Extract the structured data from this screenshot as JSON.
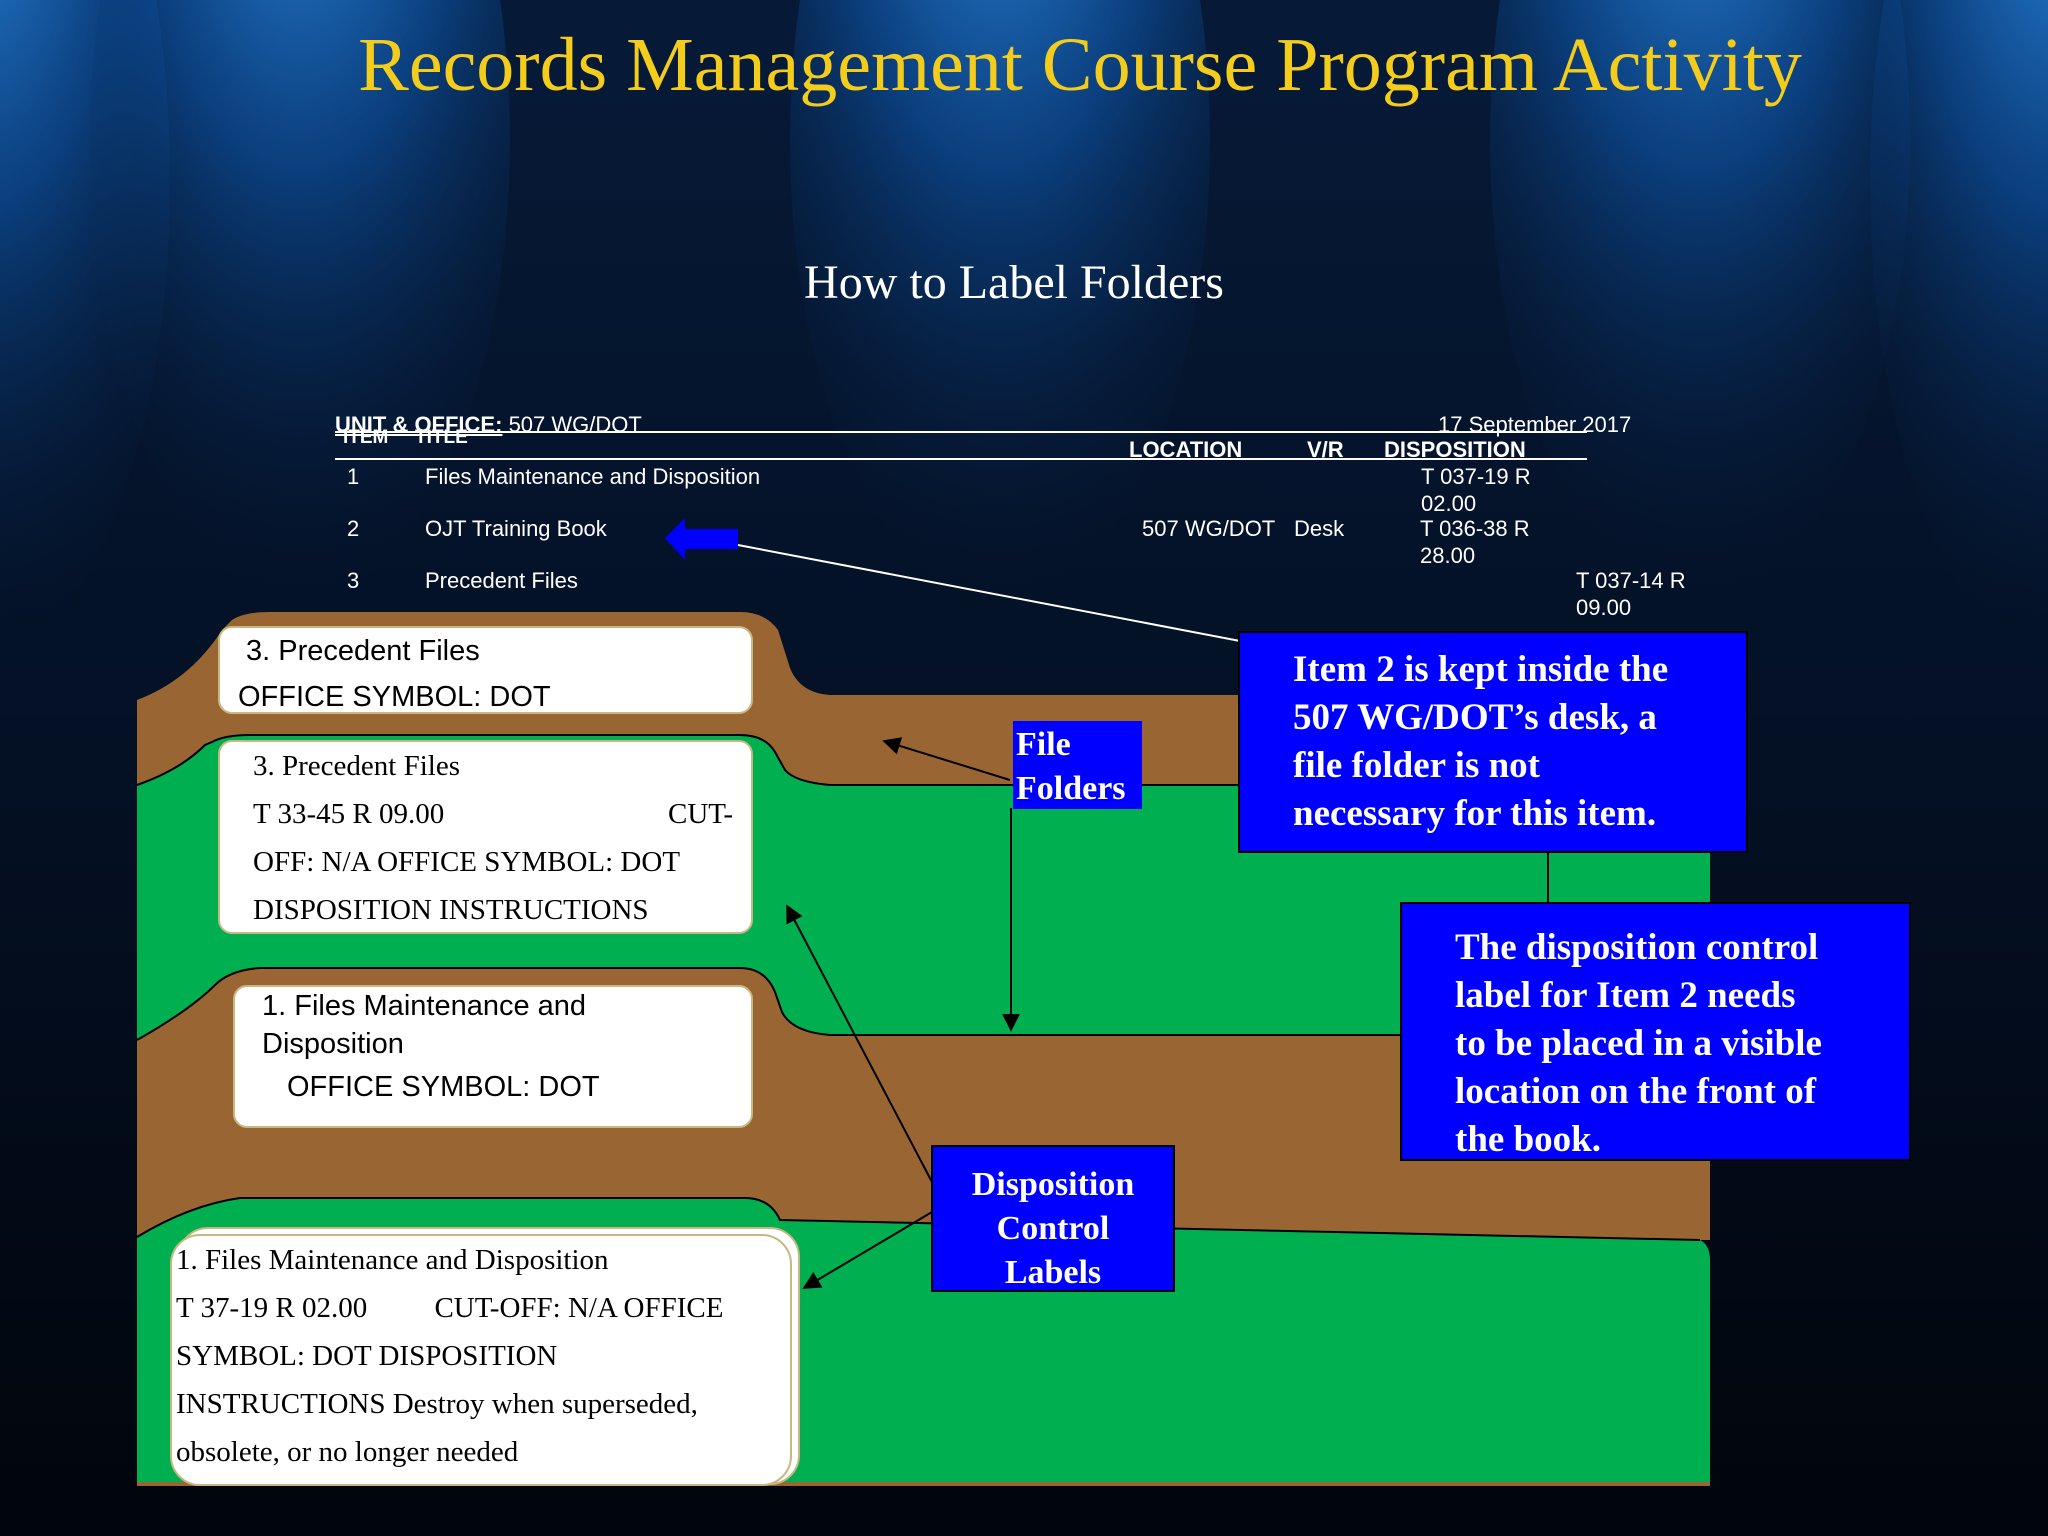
{
  "slide": {
    "title": "Records Management Course Program Activity",
    "subtitle": "How to Label Folders"
  },
  "file_plan": {
    "unit_office_label": "UNIT & OFFICE:",
    "unit_office_value": "507 WG/DOT",
    "date": "17 September 2017",
    "headers": {
      "item": "ITEM",
      "title": "TITLE",
      "location": "LOCATION",
      "vr": "V/R",
      "disposition": "DISPOSITION"
    },
    "rows": [
      {
        "item": "1",
        "title": "Files Maintenance and Disposition",
        "location": "",
        "vr": "",
        "disposition_line1": "T 037-19 R",
        "disposition_line2": "02.00"
      },
      {
        "item": "2",
        "title": "OJT Training Book",
        "location": "507 WG/DOT",
        "vr": "Desk",
        "disposition_line1": "T 036-38 R",
        "disposition_line2": "28.00"
      },
      {
        "item": "3",
        "title": "Precedent Files",
        "location": "",
        "vr": "",
        "disposition_line1": "T 037-14 R",
        "disposition_line2": "09.00"
      }
    ]
  },
  "folder_labels": {
    "folder3": {
      "line1": "3. Precedent Files",
      "line2": "OFFICE SYMBOL: DOT"
    },
    "folder1": {
      "line1": "1. Files Maintenance and",
      "line2": "Disposition",
      "line3": "OFFICE SYMBOL: DOT"
    }
  },
  "disposition_labels": {
    "label3": {
      "line1": "3. Precedent Files",
      "line2a": "T 33-45 R 09.00",
      "line2b": "CUT-",
      "line3": "OFF: N/A OFFICE SYMBOL: DOT",
      "line4": "DISPOSITION INSTRUCTIONS"
    },
    "label1": {
      "line1": "1.  Files Maintenance and Disposition",
      "line2a": "T 37-19 R 02.00",
      "line2b": "CUT-OFF: N/A OFFICE",
      "line3": "SYMBOL: DOT DISPOSITION",
      "line4": "INSTRUCTIONS Destroy when superseded,",
      "line5": "obsolete, or no longer needed"
    }
  },
  "callouts": {
    "file_folders": {
      "line1": "File",
      "line2": "Folders"
    },
    "disposition_control": {
      "line1": "Disposition",
      "line2": "Control",
      "line3": "Labels"
    },
    "item2_desk": {
      "line1": "Item 2 is kept inside the",
      "line2": "507 WG/DOT’s desk, a",
      "line3": "file folder is not",
      "line4": "necessary for this item."
    },
    "item2_label": {
      "line1": "The disposition control",
      "line2": "label for Item 2 needs",
      "line3": "to be placed in a visible",
      "line4": "location on the front of",
      "line5": "the book."
    }
  },
  "colors": {
    "title": "#f4cc1c",
    "folder_brown": "#996633",
    "folder_green": "#00b050",
    "callout_blue": "#0000ff",
    "background": "#020814"
  }
}
